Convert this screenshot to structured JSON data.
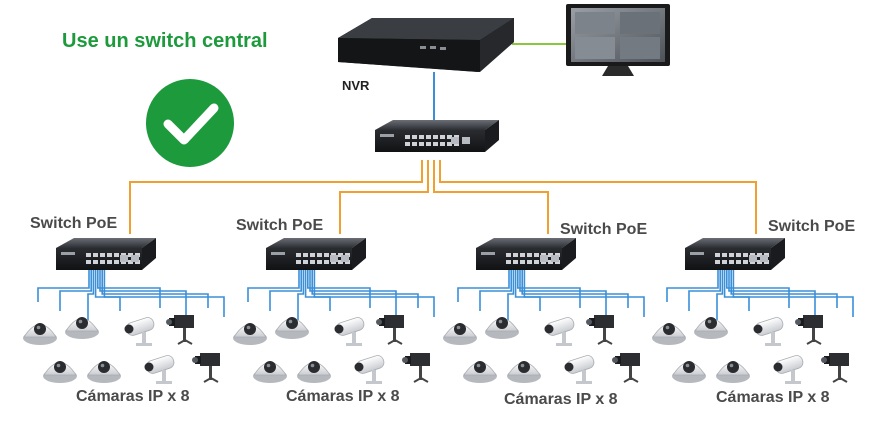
{
  "headline": "Use un switch central",
  "nvr_label": "NVR",
  "switch_label": "Switch PoE",
  "cameras_label": "Cámaras IP x 8",
  "colors": {
    "headline_green": "#1c9a3c",
    "check_circle": "#1c9a3c",
    "uplink_orange": "#f0a030",
    "camera_link_blue": "#3a8fd8",
    "monitor_link_green": "#8cc63f",
    "label_gray": "#4a4a4a"
  },
  "nodes": {
    "nvr": "network-video-recorder",
    "monitor": "surveillance-monitor",
    "central_switch": "central-poe-switch",
    "edge_switches": 4,
    "cameras_per_switch": 8
  }
}
